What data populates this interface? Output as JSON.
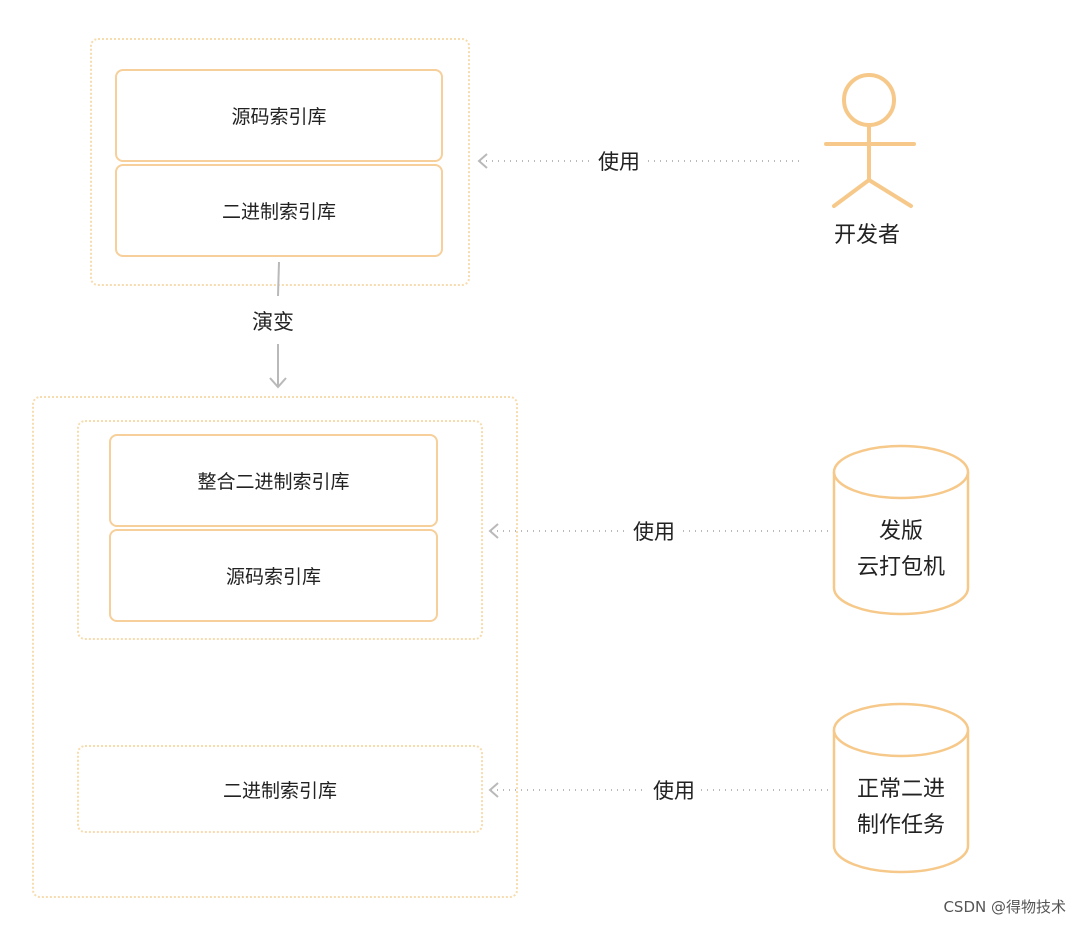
{
  "top_group": {
    "items": [
      "源码索引库",
      "二进制索引库"
    ]
  },
  "evolve_label": "演变",
  "bottom_group": {
    "integrated_items": [
      "整合二进制索引库",
      "源码索引库"
    ],
    "binary_item": "二进制索引库"
  },
  "actors": {
    "developer": {
      "name": "开发者",
      "relation": "使用"
    },
    "release_packager": {
      "lines": [
        "发版",
        "云打包机"
      ],
      "relation": "使用"
    },
    "binary_task": {
      "lines": [
        "正常二进",
        "制作任务"
      ],
      "relation": "使用"
    }
  },
  "watermark": "CSDN @得物技术",
  "colors": {
    "accent": "#f6c98a",
    "dotted": "#f7dcae",
    "arrow": "#b9b9b9"
  }
}
